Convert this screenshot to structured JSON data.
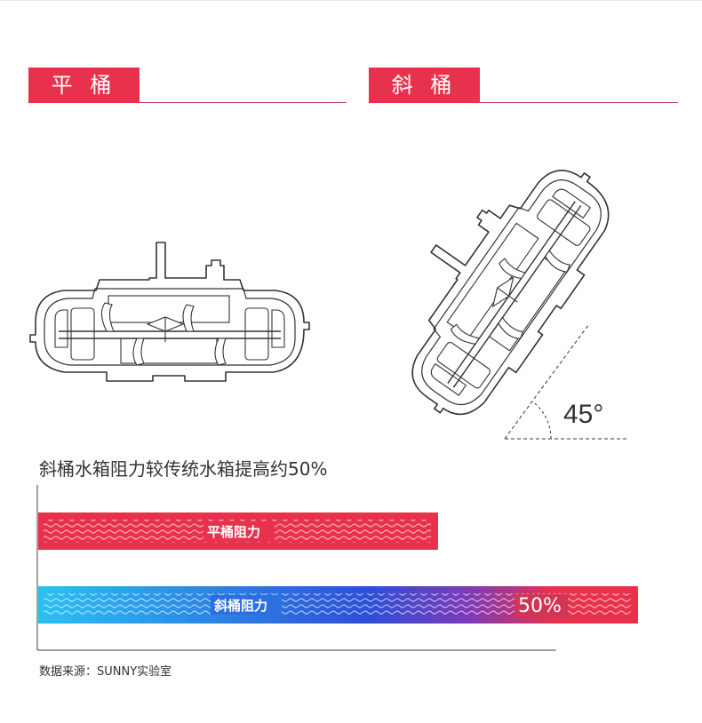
{
  "sections": {
    "left": {
      "label": "平 桶"
    },
    "right": {
      "label": "斜 桶"
    }
  },
  "diagram": {
    "angle_label": "45°"
  },
  "chart_data": {
    "type": "bar",
    "orientation": "horizontal",
    "title": "斜桶水箱阻力较传统水箱提高约50%",
    "categories": [
      "平桶阻力",
      "斜桶阻力"
    ],
    "values": [
      100,
      150
    ],
    "annotations": [
      "50%"
    ],
    "grid": false,
    "colors": {
      "red": "#e8324d",
      "blue_start": "#2cc0f2",
      "blue_mid": "#2d4fd6",
      "wave": "#ffffff"
    }
  },
  "source": "数据来源：SUNNY实验室"
}
